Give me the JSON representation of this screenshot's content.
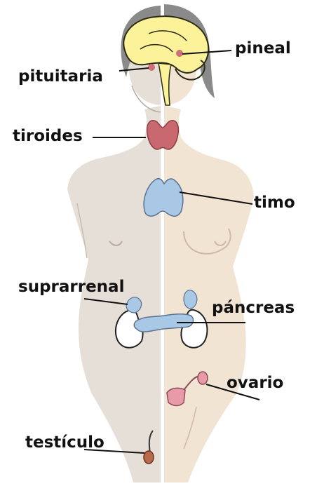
{
  "labels": {
    "pineal": "pineal",
    "pituitaria": "pituitaria",
    "tiroides": "tiroides",
    "timo": "timo",
    "suprarrenal": "suprarrenal",
    "pancreas": "páncreas",
    "ovario": "ovario",
    "testiculo": "testículo"
  },
  "colors": {
    "male_skin": "#e2d9d0",
    "female_skin": "#f1e1cd",
    "hair": "#8a8a8a",
    "brain": "#fbf29a",
    "brain_outline": "#2a2a14",
    "pituitary": "#cf6f78",
    "thyroid": "#c9686f",
    "thymus": "#a9c8e6",
    "pancreas": "#a9c8e6",
    "adrenal": "#a9c8e6",
    "kidney": "#ffffff",
    "ovary": "#e99aa8",
    "testicle": "#b96a4a",
    "leader_line": "#111111"
  }
}
